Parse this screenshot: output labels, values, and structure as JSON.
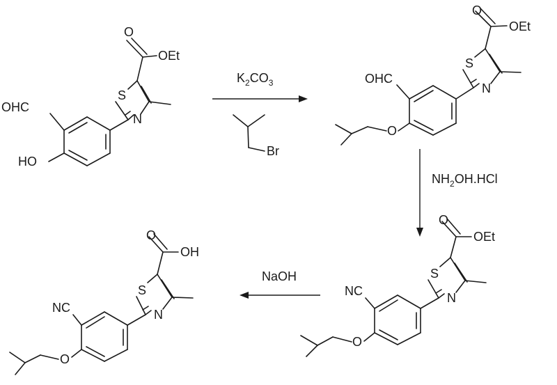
{
  "molecules": {
    "start": {
      "ester": "OEt",
      "sulfur": "S",
      "nitrogen": "N",
      "formyl": "OHC",
      "hydroxyl": "HO"
    },
    "ether": {
      "ester": "OEt",
      "sulfur": "S",
      "nitrogen": "N",
      "formyl": "OHC",
      "ether_oxygen": "O"
    },
    "nitrile": {
      "ester": "OEt",
      "sulfur": "S",
      "nitrogen": "N",
      "cyano": "NC",
      "ether_oxygen": "O"
    },
    "acid": {
      "acid": "OH",
      "sulfur": "S",
      "nitrogen": "N",
      "cyano": "NC",
      "ether_oxygen": "O"
    }
  },
  "reagents": {
    "step1_base": {
      "main": "K",
      "sub1": "2",
      "mid": "CO",
      "sub2": "3"
    },
    "step1_bromide": "Br",
    "step2": {
      "part1": "NH",
      "sub": "2",
      "part2": "OH.HCl"
    },
    "step3": "NaOH"
  }
}
